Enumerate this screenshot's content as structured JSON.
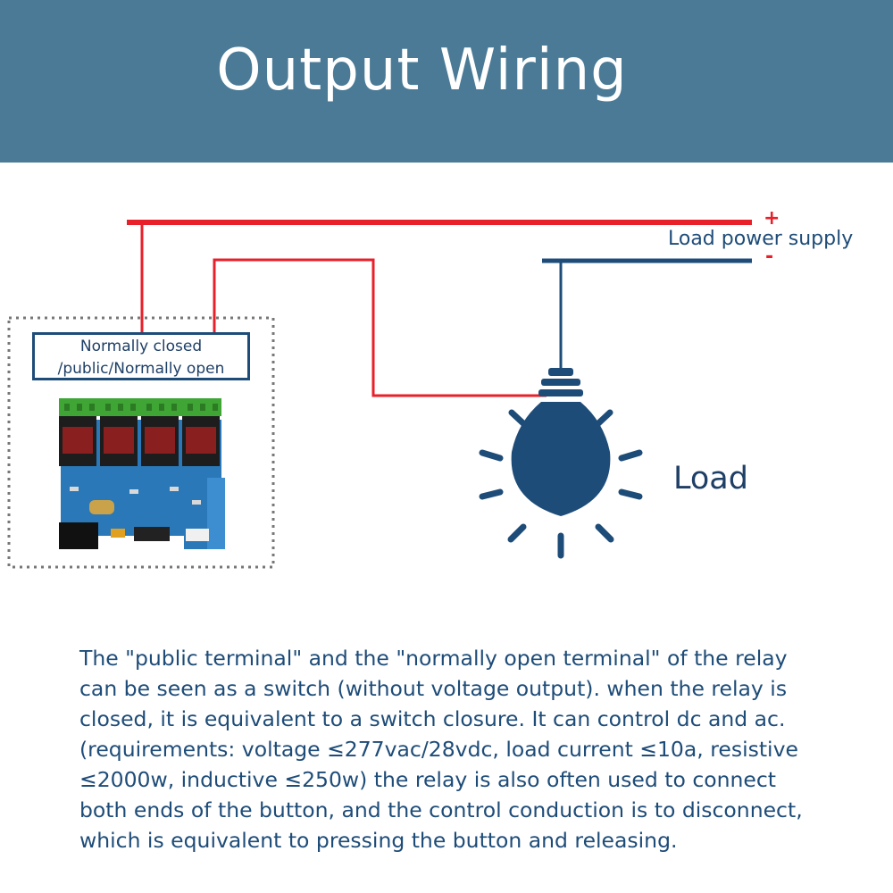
{
  "header": {
    "title": "Output Wiring"
  },
  "terminal_label": {
    "line1": "Normally closed",
    "line2": "/public/Normally open"
  },
  "power_supply": {
    "label": "Load power supply",
    "plus": "+",
    "minus": "-"
  },
  "load": {
    "label": "Load"
  },
  "colors": {
    "header_bg": "#4a7a96",
    "wire_red": "#e8202a",
    "wire_blue": "#1e4c78",
    "bulb": "#1e4c78"
  },
  "icons": {
    "bulb": "light-bulb-icon",
    "relay": "relay-board-icon"
  },
  "description": {
    "lines": [
      "The \"public terminal\" and the \"normally open terminal\" of the relay",
      "can be seen as a switch (without voltage output). when the relay is",
      "closed, it is equivalent to a switch closure. It can control dc and ac.",
      "(requirements: voltage ≤277vac/28vdc, load current ≤10a, resistive",
      "≤2000w, inductive ≤250w) the relay is also often used to connect",
      "both ends of the button, and the control conduction is to disconnect,",
      "which is equivalent to pressing the button and releasing."
    ]
  }
}
